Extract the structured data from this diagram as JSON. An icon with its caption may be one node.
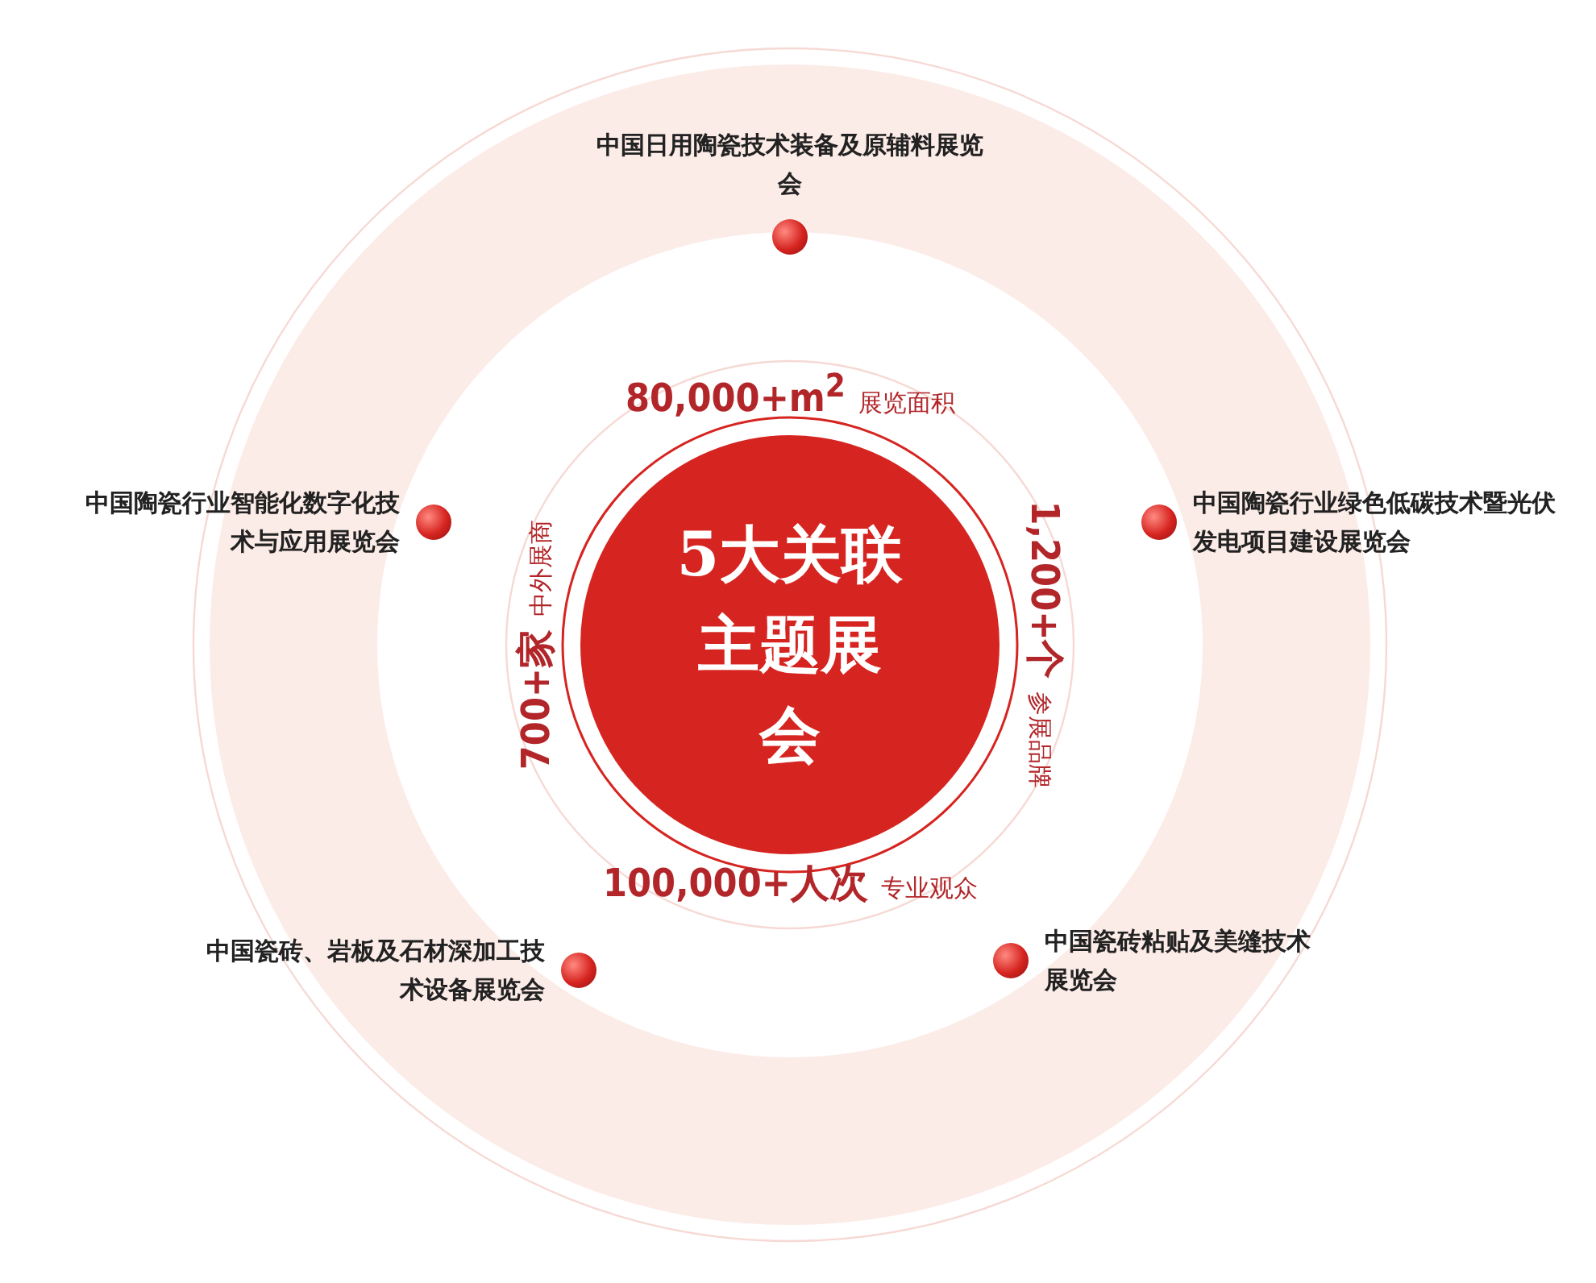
{
  "diagram": {
    "nodes": [
      {
        "text": [
          "5大关联主题展会"
        ]
      },
      {
        "text": [
          "中国日用陶瓷技术装备及原辅料展览会"
        ]
      },
      {
        "text": [
          "中国陶瓷行业智能化数字化技术与应用展览会"
        ]
      },
      {
        "text": [
          "中国陶瓷行业绿色低碳技术暨光伏发电项目建设展览会"
        ]
      },
      {
        "text": [
          "中国瓷砖、岩板及石材深加工技术设备展览会"
        ]
      },
      {
        "text": [
          "中国瓷砖粘贴及美缝技术展览会"
        ]
      }
    ],
    "labels": [
      "80,000+m$^{2}$",
      "展览面积",
      "1,200+个",
      "参展品牌",
      "100,000+人次",
      "专业观众",
      "700+家",
      "中外展商"
    ]
  }
}
